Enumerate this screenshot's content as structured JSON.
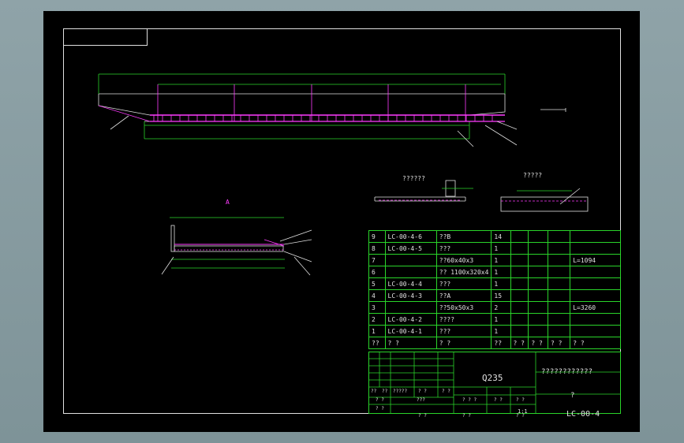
{
  "drawing": {
    "view_labels": {
      "upper_left": "??????",
      "upper_right": "?????",
      "section_mark": "A"
    },
    "material": "Q235",
    "title_block_name": "????????????",
    "title_block_unit": "?",
    "drawing_number": "LC-00-4",
    "scale": "1:1"
  },
  "bom": {
    "rows": [
      {
        "no": "9",
        "code": "LC-00-4-6",
        "name": "??B",
        "qty": "14",
        "note": ""
      },
      {
        "no": "8",
        "code": "LC-00-4-5",
        "name": "???",
        "qty": "1",
        "note": ""
      },
      {
        "no": "7",
        "code": "",
        "name": "??60x40x3",
        "qty": "1",
        "note": "L=1094"
      },
      {
        "no": "6",
        "code": "",
        "name": "?? 1100x320x4",
        "qty": "1",
        "note": ""
      },
      {
        "no": "5",
        "code": "LC-00-4-4",
        "name": "???",
        "qty": "1",
        "note": ""
      },
      {
        "no": "4",
        "code": "LC-00-4-3",
        "name": "??A",
        "qty": "15",
        "note": ""
      },
      {
        "no": "3",
        "code": "",
        "name": "??50x50x3",
        "qty": "2",
        "note": "L=3260"
      },
      {
        "no": "2",
        "code": "LC-00-4-2",
        "name": "????",
        "qty": "1",
        "note": ""
      },
      {
        "no": "1",
        "code": "LC-00-4-1",
        "name": "???",
        "qty": "1",
        "note": ""
      }
    ],
    "header": {
      "no": "??",
      "code": "? ?",
      "name": "? ?",
      "qty": "??",
      "mat": "? ?",
      "unit": "? ?",
      "total": "? ?",
      "note": "? ?"
    }
  },
  "titleblock_cells": {
    "a": "??",
    "b": "??",
    "c": "?????",
    "d": "? ?",
    "e": "? ?",
    "f": "? ?",
    "g": "???",
    "h": "? ? ?",
    "i": "? ?",
    "j": "? ?",
    "k": "? ?",
    "l": "? ?",
    "m": "? ?",
    "n": "? ?"
  }
}
